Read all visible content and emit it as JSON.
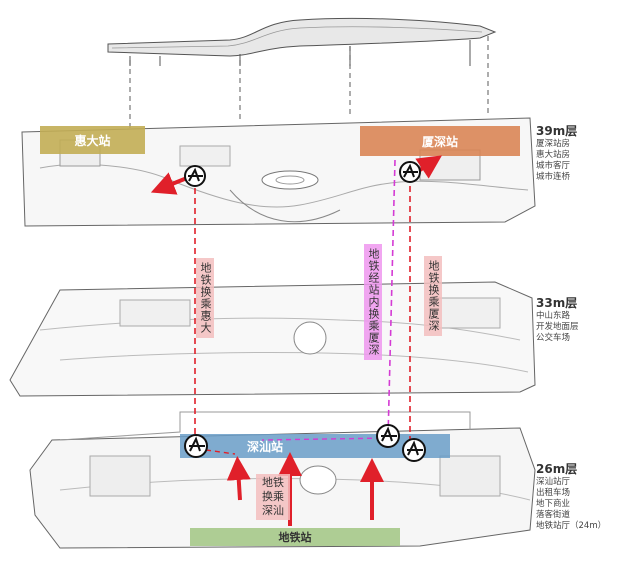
{
  "levels": [
    {
      "height": "39m层",
      "lines": [
        "厦深站房",
        "惠大站房",
        "城市客厅",
        "城市连桥"
      ]
    },
    {
      "height": "33m层",
      "lines": [
        "中山东路",
        "开发地面层",
        "公交车场"
      ]
    },
    {
      "height": "26m层",
      "lines": [
        "深汕站厅",
        "出租车场",
        "地下商业",
        "落客街道",
        "地铁站厅（24m）"
      ]
    }
  ],
  "stations": {
    "huida": "惠大站",
    "xiashen": "厦深站",
    "shenshan": "深汕站",
    "metro": "地铁站"
  },
  "transfers": {
    "to_huida": "地铁换乘惠大",
    "inner_xiashen": "地铁经站内换乘厦深",
    "to_xiashen": "地铁换乘厦深",
    "to_shenshan": "地铁换乘深汕"
  },
  "colors": {
    "red": "#e0202a",
    "magenta": "#d43bd4",
    "blue": "#6a9ec8",
    "orange": "#d98555",
    "olive": "#c2ad54",
    "green": "#a6c98a"
  }
}
